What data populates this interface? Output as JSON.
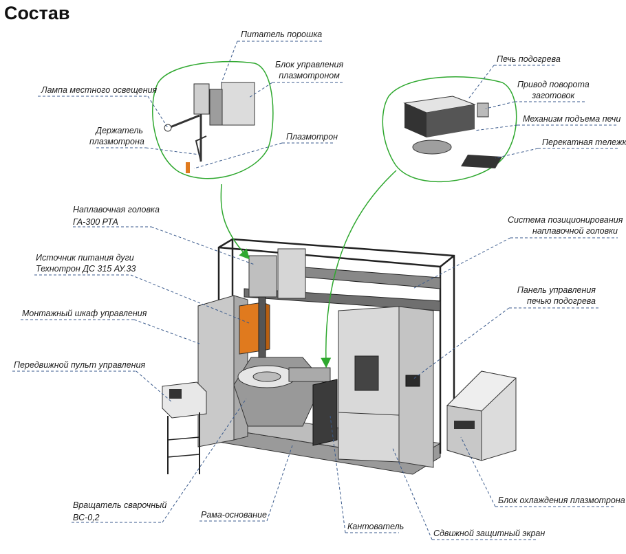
{
  "title": "Состав",
  "labels": {
    "powder_feeder": "Питатель порошка",
    "plasma_control_block_1": "Блок управления",
    "plasma_control_block_2": "плазмотроном",
    "local_lamp": "Лампа местного освещения",
    "holder_1": "Держатель",
    "holder_2": "плазмотрона",
    "plasmatron": "Плазмотрон",
    "preheat_furnace": "Печь подогрева",
    "rotation_drive_1": "Привод поворота",
    "rotation_drive_2": "заготовок",
    "furnace_lift": "Механизм подъема печи",
    "transfer_cart": "Перекатная тележка",
    "surfacing_head_1": "Наплавочная головка",
    "surfacing_head_2": "ГА-300 РТА",
    "positioning_system_1": "Система позиционирования",
    "positioning_system_2": "наплавочной головки",
    "arc_power_1": "Источник питания дуги",
    "arc_power_2": "Технотрон ДС 315 АУ.33",
    "furnace_panel_1": "Панель управления",
    "furnace_panel_2": "печью подогрева",
    "cabinet": "Монтажный шкаф управления",
    "mobile_console": "Передвижной пульт управления",
    "welding_rotator_1": "Вращатель сварочный",
    "welding_rotator_2": "ВС-0,2",
    "base_frame": "Рама-основание",
    "tilter": "Кантователь",
    "sliding_screen": "Сдвижной защитный экран",
    "cooling_block": "Блок охлаждения плазмотрона"
  },
  "colors": {
    "callout_circle": "#2fa82f",
    "leader_line": "#3a5a8c",
    "machine_gray": "#cfcfcf",
    "accent_orange": "#e07a1e"
  }
}
